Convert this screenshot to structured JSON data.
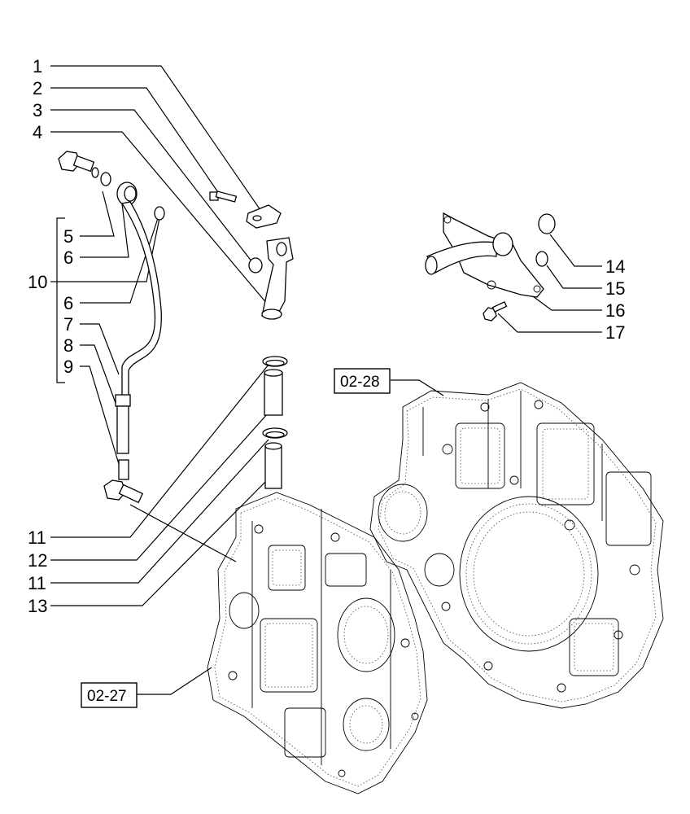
{
  "callouts": [
    {
      "id": "c1",
      "label": "1"
    },
    {
      "id": "c2",
      "label": "2"
    },
    {
      "id": "c3",
      "label": "3"
    },
    {
      "id": "c4",
      "label": "4"
    },
    {
      "id": "c5",
      "label": "5"
    },
    {
      "id": "c6a",
      "label": "6"
    },
    {
      "id": "c10",
      "label": "10"
    },
    {
      "id": "c6b",
      "label": "6"
    },
    {
      "id": "c7",
      "label": "7"
    },
    {
      "id": "c8",
      "label": "8"
    },
    {
      "id": "c9",
      "label": "9"
    },
    {
      "id": "c14",
      "label": "14"
    },
    {
      "id": "c15",
      "label": "15"
    },
    {
      "id": "c16",
      "label": "16"
    },
    {
      "id": "c17",
      "label": "17"
    },
    {
      "id": "c11a",
      "label": "11"
    },
    {
      "id": "c12",
      "label": "12"
    },
    {
      "id": "c11b",
      "label": "11"
    },
    {
      "id": "c13",
      "label": "13"
    }
  ],
  "references": {
    "front_cover": "02-27",
    "flywheel_housing": "02-28"
  }
}
